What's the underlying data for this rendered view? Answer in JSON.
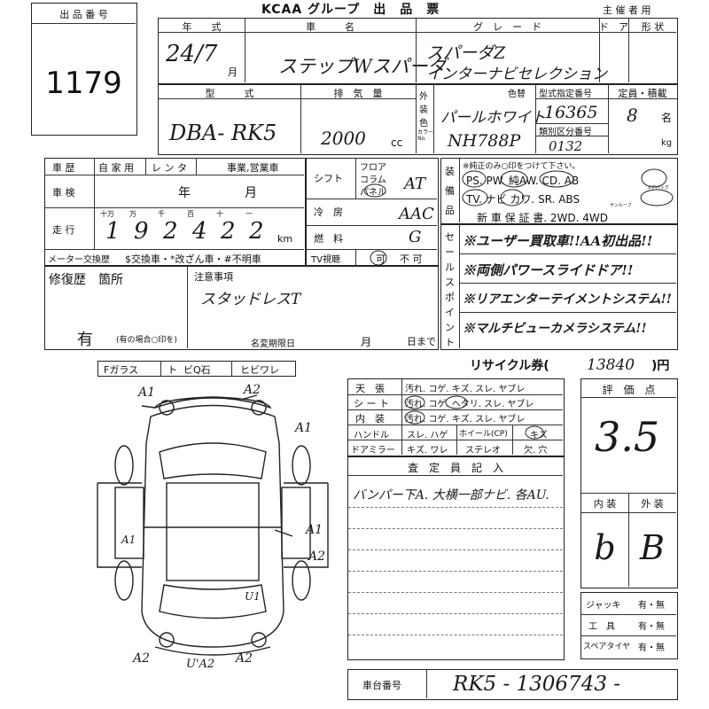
{
  "header": {
    "lot_label": "出 品 番 号",
    "lot_number": "1179",
    "title": "KCAA グループ　出　品　票",
    "organizer_label": "主 催 者 用"
  },
  "row1": {
    "year_label": "年　　式",
    "year_value": "24/7",
    "month_unit": "月",
    "car_label": "車　　　名",
    "car_value": "ステップWスパーダ",
    "grade_label": "グ　レ　ー　ド",
    "grade_value_1": "スパーダZ",
    "grade_value_2": "インターナビセレクション",
    "door_label": "ド　ア",
    "shape_label": "形 状"
  },
  "row2": {
    "model_label": "型　　　式",
    "model_value": "DBA- RK5",
    "disp_label": "排　気　量",
    "disp_value": "2000",
    "disp_unit": "cc",
    "exterior_labels": [
      "外",
      "装",
      "色"
    ],
    "color_label": "カラーNo.",
    "color_change_label": "色替",
    "color_value": "パールホワイト",
    "color_no_value": "NH788P",
    "type_cert_label": "型式指定番号",
    "type_cert_value": "16365",
    "class_label": "類別区分番号",
    "class_value": "0132",
    "capacity_label": "定員・積載",
    "capacity_value": "8",
    "capacity_unit": "名",
    "kg_unit": "kg"
  },
  "history": {
    "label": "車 歴",
    "options": [
      "自 家 用",
      "レ ン タ",
      "事業,営業車"
    ],
    "inspection_label": "車 検",
    "year_unit": "年",
    "month_unit": "月",
    "mileage_label": "走 行",
    "digit_units": [
      "十万",
      "万",
      "千",
      "百",
      "十",
      "一"
    ],
    "digits": [
      "1",
      "9",
      "2",
      "4",
      "2",
      "2"
    ],
    "km_unit": "km",
    "meter_label": "メーター交換歴",
    "meter_options": "$交換車・*改ざん車・#不明車"
  },
  "equip": {
    "shift_label": "シフト",
    "floor": "フロア",
    "column": "コラム",
    "panel": "パネル",
    "shift_value": "AT",
    "ac_label": "冷　房",
    "ac_value": "AAC",
    "fuel_label": "燃　料",
    "fuel_value": "G",
    "tv_label": "TV視聴",
    "tv_yes": "可",
    "tv_no": "不 可"
  },
  "soubi": {
    "labels": [
      "装",
      "備",
      "品"
    ],
    "note": "※純正のみ○印をつけて下さい。",
    "line1": "PS.  PW.  純AW.  CD.  AB",
    "airbag_sub": "エアバッグ",
    "line2": "TV.  ナビ  カワ.  SR.  ABS",
    "sunroof_sub": "サンルーフ",
    "line3": "新 車 保 証 書.   2WD.   4WD"
  },
  "sales": {
    "labels": [
      "セ",
      "ー",
      "ル",
      "ス",
      "ポ",
      "イ",
      "ン",
      "ト"
    ],
    "points": [
      "※ユーザー買取車!!AA初出品!!",
      "※両側パワースライドドア!!",
      "※リアエンターテイメントシステム!!",
      "※マルチビューカメラシステム!!"
    ]
  },
  "repair": {
    "label": "修復歴　箇所",
    "notice_label": "注意事項",
    "notice_value": "スタッドレスT",
    "yes_value": "有",
    "circle_note": "(有の場合○印を)",
    "name_change_label": "名変期限日",
    "month_unit": "月",
    "day_until": "日まで"
  },
  "glass": {
    "items": [
      "Fガラス",
      "ト",
      "ビQ石",
      "ヒビワレ"
    ]
  },
  "recycle": {
    "label": "リサイクル券(",
    "value": "13840",
    "unit": ")円"
  },
  "interior_table": {
    "rows": [
      {
        "label": "天　張",
        "opts": "汚れ. コゲ. キズ. スレ. ヤブレ"
      },
      {
        "label": "シ ー ト",
        "opts": "汚れ. コゲ. ヘタリ. スレ. ヤブレ"
      },
      {
        "label": "内　装",
        "opts": "汚れ. コゲ. キズ. スレ. ヤブレ"
      }
    ],
    "handle_label": "ハンドル",
    "handle_opts": "スレ. ハゲ",
    "wheel_label": "ホイール(CP)",
    "wheel_opts": "キズ",
    "mirror_label": "ドアミラー",
    "mirror_opts": "キズ. ワレ",
    "stereo_label": "ステレオ",
    "stereo_opts": "欠. 穴"
  },
  "inspector": {
    "label": "査　定　員　記　入",
    "note": "バンパー下A. 大横一部ナビ. 各AU."
  },
  "score": {
    "label": "評　価　点",
    "value": "3.5",
    "interior_label": "内 装",
    "exterior_label": "外 装",
    "interior_value": "b",
    "exterior_value": "B"
  },
  "tools": {
    "rows": [
      {
        "label": "ジャッキ",
        "opts": "有・無"
      },
      {
        "label": "工　具",
        "opts": "有・無"
      },
      {
        "label": "スペアタイヤ",
        "opts": "有・無"
      }
    ]
  },
  "chassis": {
    "label": "車台番号",
    "value": "RK5 - 1306743 -"
  },
  "diagram_marks": [
    "A1",
    "A2",
    "A1",
    "A1",
    "A2",
    "A1",
    "U1",
    "A2",
    "U'A2",
    "A2"
  ]
}
